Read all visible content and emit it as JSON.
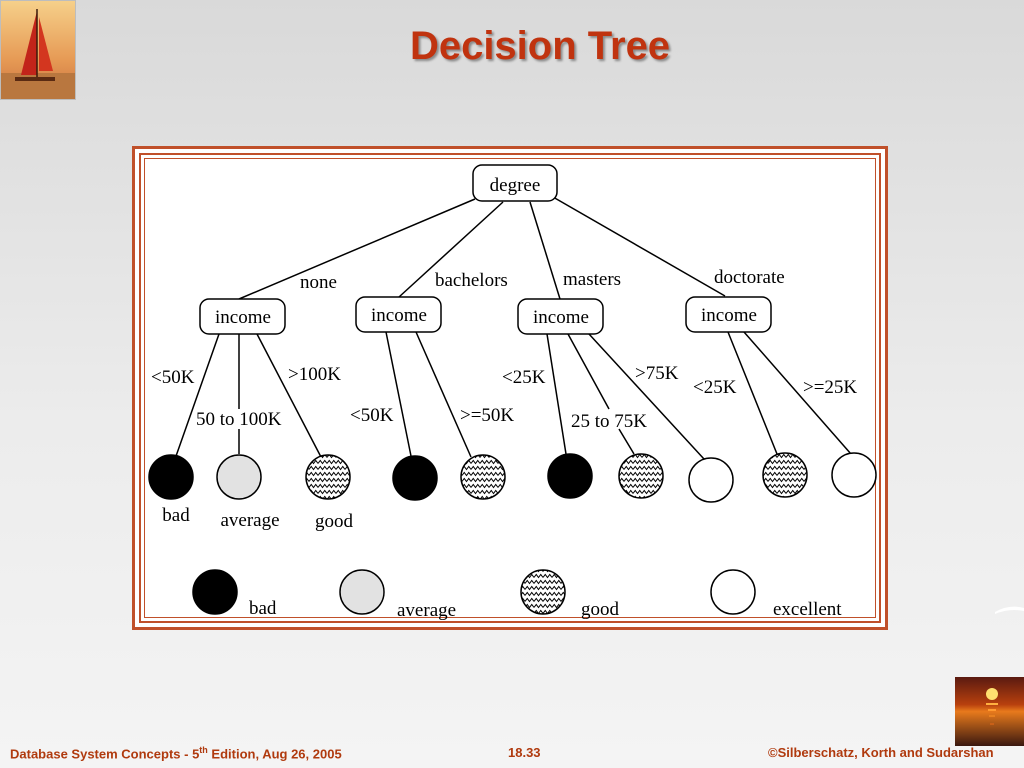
{
  "slide": {
    "title": "Decision Tree"
  },
  "tree": {
    "root_label": "degree",
    "branches": [
      {
        "edge_label": "none",
        "node_label": "income",
        "splits": [
          {
            "label": "<50K",
            "leaf": "bad"
          },
          {
            "label": "50 to 100K",
            "leaf": "average"
          },
          {
            "label": ">100K",
            "leaf": "good"
          }
        ],
        "leaf_captions": [
          "bad",
          "average",
          "good"
        ]
      },
      {
        "edge_label": "bachelors",
        "node_label": "income",
        "splits": [
          {
            "label": "<50K",
            "leaf": "bad"
          },
          {
            "label": ">=50K",
            "leaf": "good"
          }
        ]
      },
      {
        "edge_label": "masters",
        "node_label": "income",
        "splits": [
          {
            "label": "<25K",
            "leaf": "bad"
          },
          {
            "label": "25 to 75K",
            "leaf": "good"
          },
          {
            "label": ">75K",
            "leaf": "excellent"
          }
        ]
      },
      {
        "edge_label": "doctorate",
        "node_label": "income",
        "splits": [
          {
            "label": "<25K",
            "leaf": "good"
          },
          {
            "label": ">=25K",
            "leaf": "excellent"
          }
        ]
      }
    ]
  },
  "legend": [
    {
      "label": "bad",
      "class": "bad"
    },
    {
      "label": "average",
      "class": "average"
    },
    {
      "label": "good",
      "class": "good"
    },
    {
      "label": "excellent",
      "class": "excellent"
    }
  ],
  "colors": {
    "bad": "#000000",
    "average": "#e2e2e2",
    "good": "hatched",
    "excellent": "#ffffff",
    "title": "#c0330f",
    "frame": "#c0502a"
  },
  "footer": {
    "left_prefix": "Database System Concepts - 5",
    "left_sup": "th",
    "left_suffix": " Edition, Aug 26, 2005",
    "center": "18.33",
    "right": "©Silberschatz, Korth and Sudarshan"
  }
}
